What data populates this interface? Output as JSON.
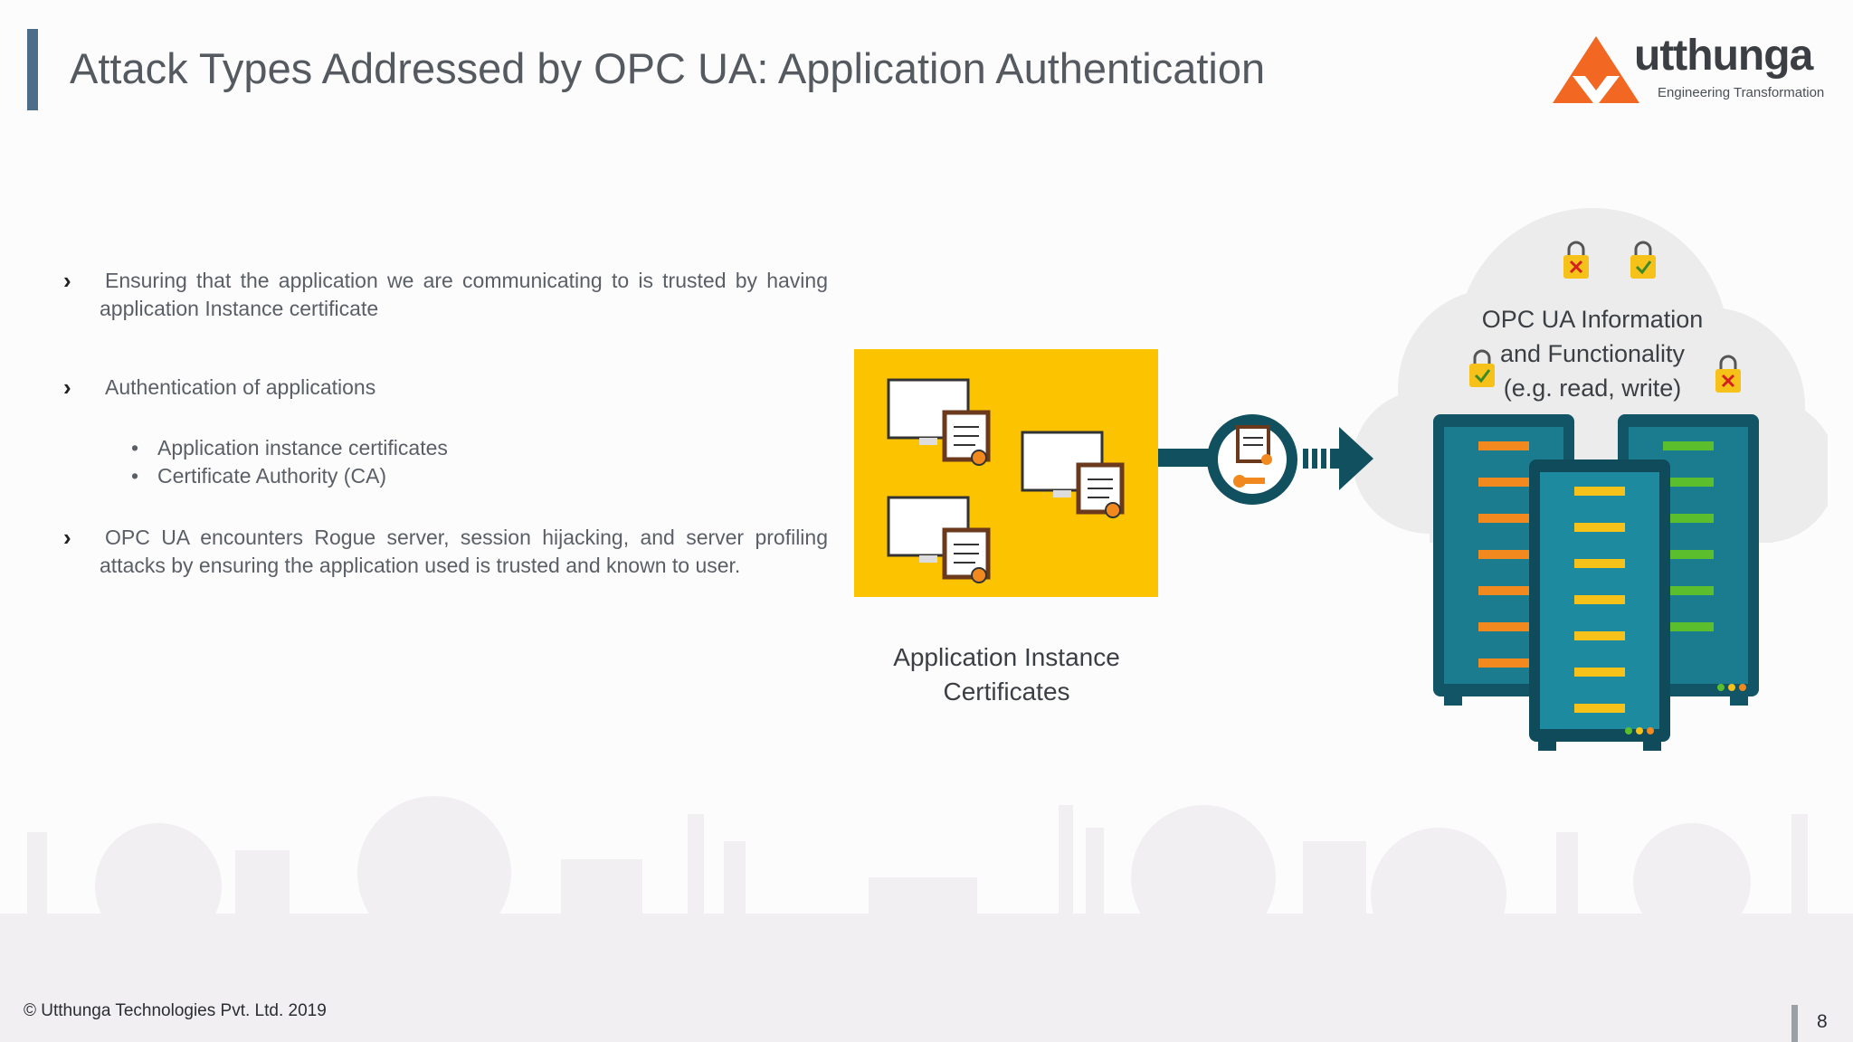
{
  "slide": {
    "title": "Attack Types Addressed by OPC UA: Application Authentication",
    "logo": {
      "word": "utthunga",
      "tagline": "Engineering Transformation"
    },
    "bullets": [
      {
        "text": "Ensuring that the application we are communicating to is trusted by having application Instance certificate"
      },
      {
        "text": "Authentication of applications"
      },
      {
        "text": "OPC UA encounters Rogue server, session hijacking, and server profiling attacks by ensuring the application used is trusted and known to user."
      }
    ],
    "sub_bullets": [
      "Application instance certificates",
      "Certificate Authority (CA)"
    ],
    "diagram": {
      "caption_line1": "Application Instance",
      "caption_line2": "Certificates",
      "cloud_line1": "OPC UA Information",
      "cloud_line2": "and Functionality",
      "cloud_line3": "(e.g. read, write)"
    },
    "footer": "© Utthunga Technologies Pvt. Ltd. 2019",
    "page_number": "8"
  },
  "colors": {
    "accent_bar": "#4a6e8a",
    "logo_orange": "#f26722",
    "certificate_panel": "#fcc400",
    "connector_teal": "#11505e",
    "server_teal": "#1c7c8f"
  }
}
